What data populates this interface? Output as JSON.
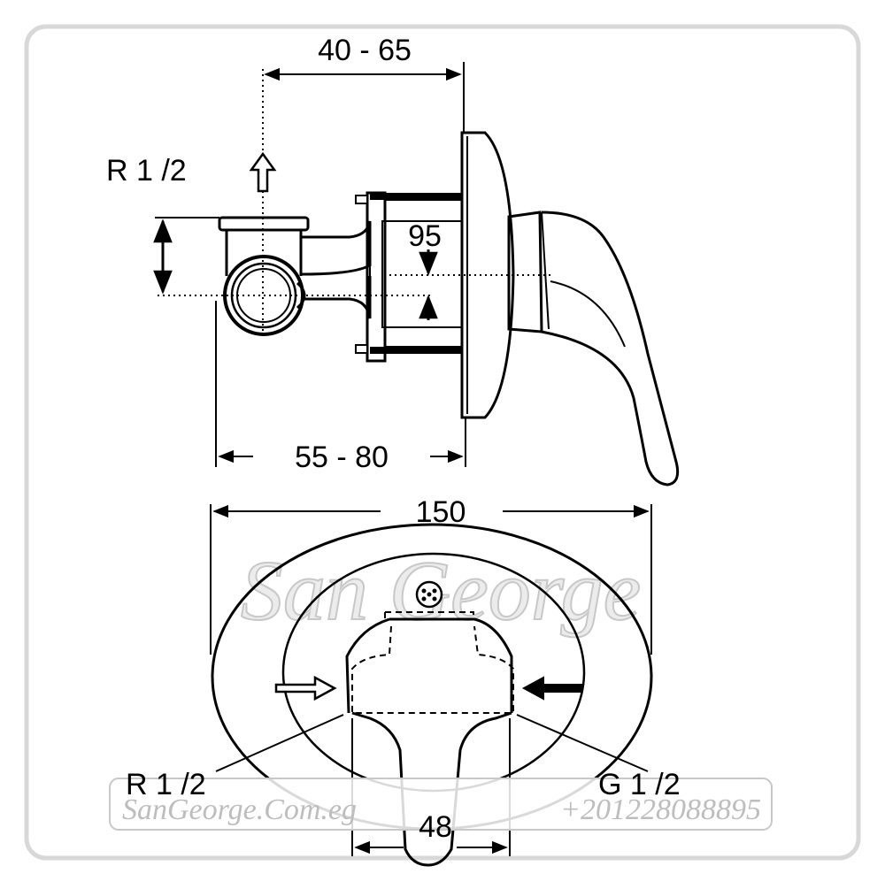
{
  "side_view": {
    "dim_top": "40 - 65",
    "dim_bottom": "55 - 80",
    "dim_vertical": "95",
    "inlet_label": "R 1 /2"
  },
  "front_view": {
    "dim_width": "150",
    "dim_handle": "48",
    "left_label": "R 1 /2",
    "right_label": "G 1 /2"
  },
  "watermark": {
    "brand": "San George",
    "website": "SanGeorge.Com.eg",
    "phone": "+201228088895"
  }
}
